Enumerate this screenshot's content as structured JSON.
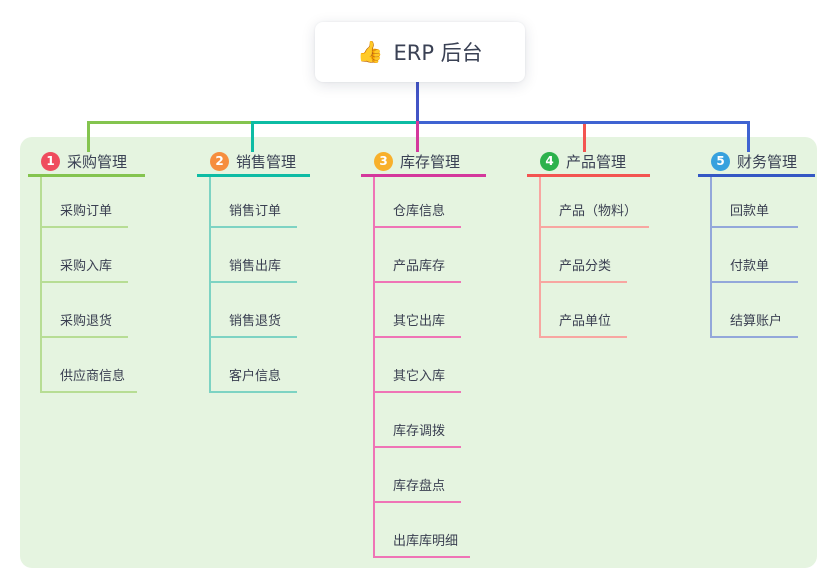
{
  "root": {
    "label": "ERP 后台",
    "icon": "thumbs-up-icon",
    "icon_glyph": "👍"
  },
  "colors": {
    "background": "#ffffff",
    "panel": "#e5f4e0",
    "root_stem": "#4254c6",
    "rail_blue": "#3f63d2",
    "title_text": "#3a4154",
    "child_text": "#3a3f51"
  },
  "branches": [
    {
      "number": "1",
      "label": "采购管理",
      "badge_color": "#ef4c5e",
      "line_color": "#84c44f",
      "child_line_color": "#b7dd94",
      "children": [
        "采购订单",
        "采购入库",
        "采购退货",
        "供应商信息"
      ]
    },
    {
      "number": "2",
      "label": "销售管理",
      "badge_color": "#f68e3e",
      "line_color": "#0dbca4",
      "child_line_color": "#7dd3c3",
      "children": [
        "销售订单",
        "销售出库",
        "销售退货",
        "客户信息"
      ]
    },
    {
      "number": "3",
      "label": "库存管理",
      "badge_color": "#f8b02b",
      "line_color": "#d4389c",
      "child_line_color": "#ef74b6",
      "children": [
        "仓库信息",
        "产品库存",
        "其它出库",
        "其它入库",
        "库存调拨",
        "库存盘点",
        "出库库明细"
      ]
    },
    {
      "number": "4",
      "label": "产品管理",
      "badge_color": "#2cb24c",
      "line_color": "#f35451",
      "child_line_color": "#f8a6a1",
      "children": [
        "产品（物料）",
        "产品分类",
        "产品单位"
      ]
    },
    {
      "number": "5",
      "label": "财务管理",
      "badge_color": "#37a1de",
      "line_color": "#3457c4",
      "child_line_color": "#93a7da",
      "children": [
        "回款单",
        "付款单",
        "结算账户"
      ]
    }
  ]
}
